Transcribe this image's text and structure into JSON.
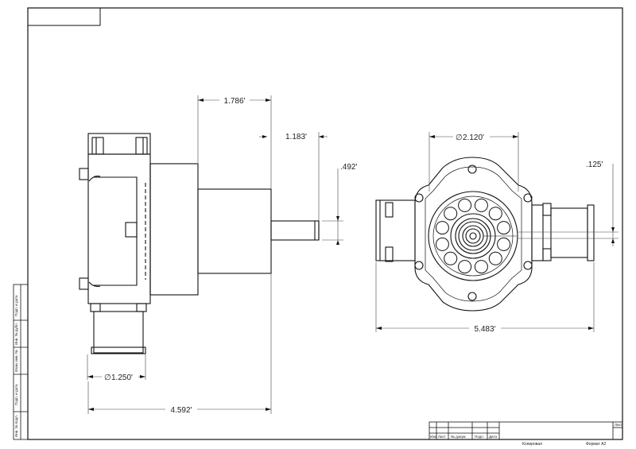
{
  "dimensions": {
    "d1": "1.786'",
    "d2": "1.183'",
    "d3": ".492'",
    "d4": "1.250'",
    "d5": "4.592'",
    "d6": "2.120'",
    "d7": ".125'",
    "d8": "5.483'"
  },
  "symbols": {
    "diameter": "∅"
  },
  "side_stamp": [
    "Подп. и дата",
    "Инв. № дубл.",
    "Взам. инв. №",
    "Подп. и дата",
    "Инв. № подл."
  ],
  "title_block": {
    "cols": [
      "Изм",
      "Лист",
      "№ докум.",
      "Подп.",
      "Дата"
    ],
    "sheet_label": "Лист",
    "copied": "Копировал",
    "format": "Формат А2"
  }
}
